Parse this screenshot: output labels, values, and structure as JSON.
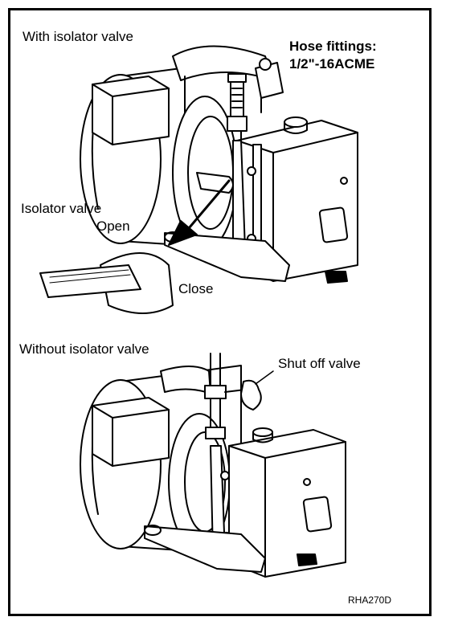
{
  "top_figure": {
    "caption": "With isolator valve",
    "hose_title": "Hose fittings:",
    "hose_spec": "1/2\"-16ACME",
    "isolator_label": "Isolator valve",
    "open_label": "Open",
    "close_label": "Close"
  },
  "bottom_figure": {
    "caption": "Without isolator valve",
    "shutoff_label": "Shut off valve"
  },
  "figure_code": "RHA270D"
}
